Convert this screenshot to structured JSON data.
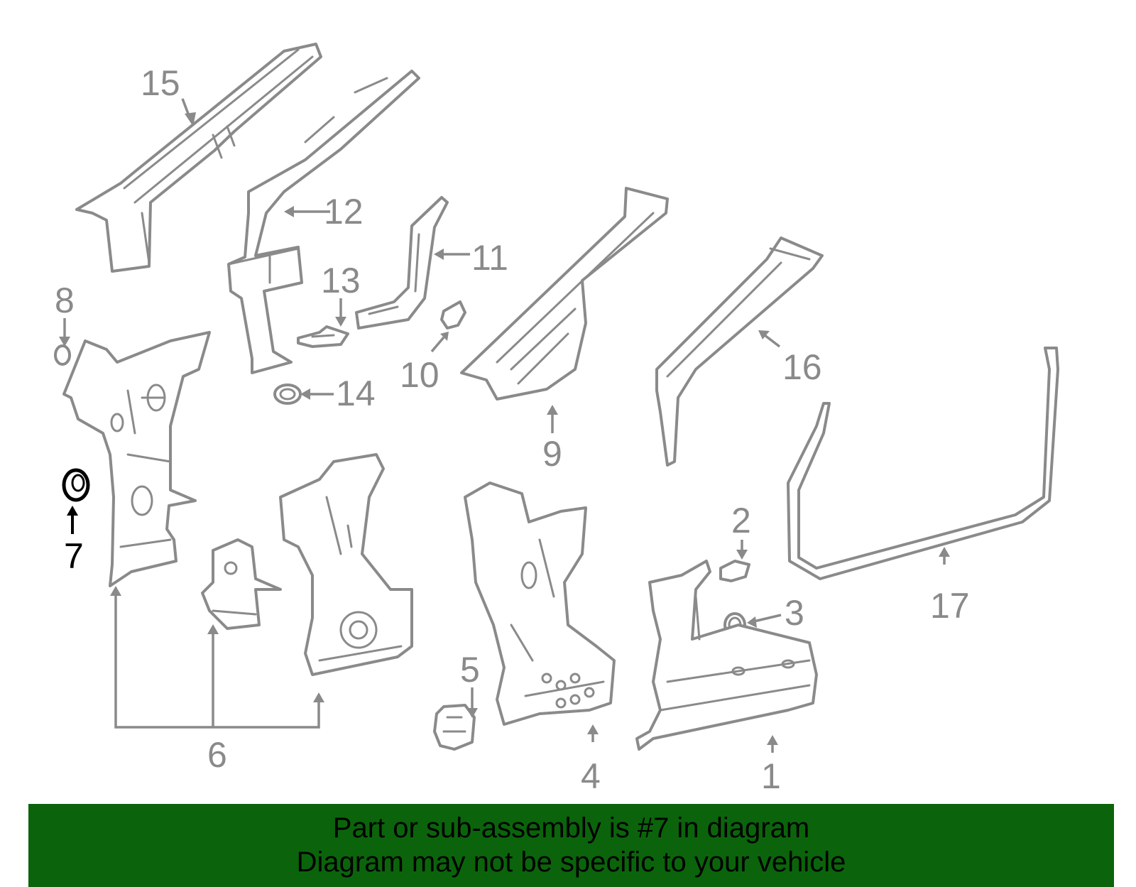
{
  "diagram": {
    "callouts": [
      {
        "id": "1",
        "label": "1"
      },
      {
        "id": "2",
        "label": "2"
      },
      {
        "id": "3",
        "label": "3"
      },
      {
        "id": "4",
        "label": "4"
      },
      {
        "id": "5",
        "label": "5"
      },
      {
        "id": "6",
        "label": "6"
      },
      {
        "id": "7",
        "label": "7",
        "highlighted": true
      },
      {
        "id": "8",
        "label": "8"
      },
      {
        "id": "9",
        "label": "9"
      },
      {
        "id": "10",
        "label": "10"
      },
      {
        "id": "11",
        "label": "11"
      },
      {
        "id": "12",
        "label": "12"
      },
      {
        "id": "13",
        "label": "13"
      },
      {
        "id": "14",
        "label": "14"
      },
      {
        "id": "15",
        "label": "15"
      },
      {
        "id": "16",
        "label": "16"
      },
      {
        "id": "17",
        "label": "17"
      }
    ],
    "colors": {
      "line": "#8a8a8a",
      "highlight": "#000000",
      "banner": "#0b640b"
    }
  },
  "banner": {
    "line1": "Part or sub-assembly is #7 in diagram",
    "line2": "Diagram may not be specific to your vehicle"
  }
}
